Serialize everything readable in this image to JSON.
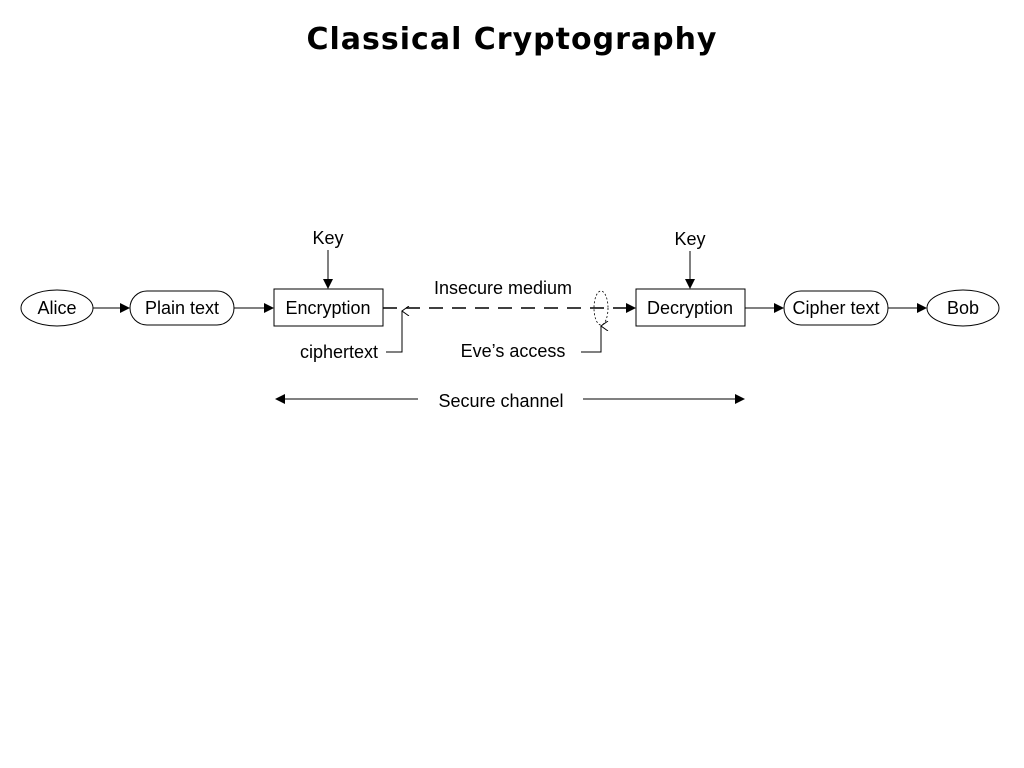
{
  "title": "Classical Cryptography",
  "diagram": {
    "nodes": {
      "alice": "Alice",
      "plain_text": "Plain text",
      "encryption": "Encryption",
      "decryption": "Decryption",
      "cipher_text": "Cipher text",
      "bob": "Bob"
    },
    "labels": {
      "key_left": "Key",
      "key_right": "Key",
      "insecure_medium": "Insecure medium",
      "ciphertext": "ciphertext",
      "eves_access": "Eve’s access",
      "secure_channel": "Secure channel"
    }
  }
}
